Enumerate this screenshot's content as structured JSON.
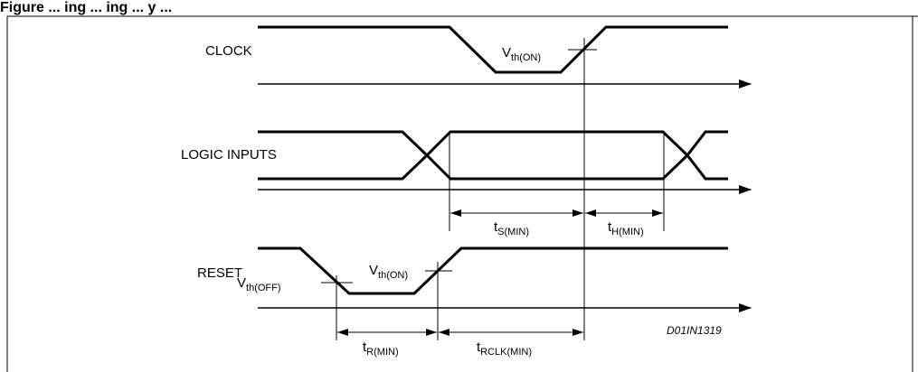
{
  "caption": "Figure ... ing ... ing ... y ...",
  "signals": {
    "clock": "CLOCK",
    "logic_inputs": "LOGIC INPUTS",
    "reset": "RESET"
  },
  "thresholds": {
    "clock_on": {
      "main": "V",
      "sub": "th(ON)"
    },
    "reset_off": {
      "main": "V",
      "sub": "th(OFF)"
    },
    "reset_on": {
      "main": "V",
      "sub": "th(ON)"
    }
  },
  "intervals": {
    "setup": {
      "main": "t",
      "sub": "S(MIN)"
    },
    "hold": {
      "main": "t",
      "sub": "H(MIN)"
    },
    "reset_time": {
      "main": "t",
      "sub": "R(MIN)"
    },
    "reset_to_clock": {
      "main": "t",
      "sub": "RCLK(MIN)"
    }
  },
  "drawing_code": "D01IN1319"
}
